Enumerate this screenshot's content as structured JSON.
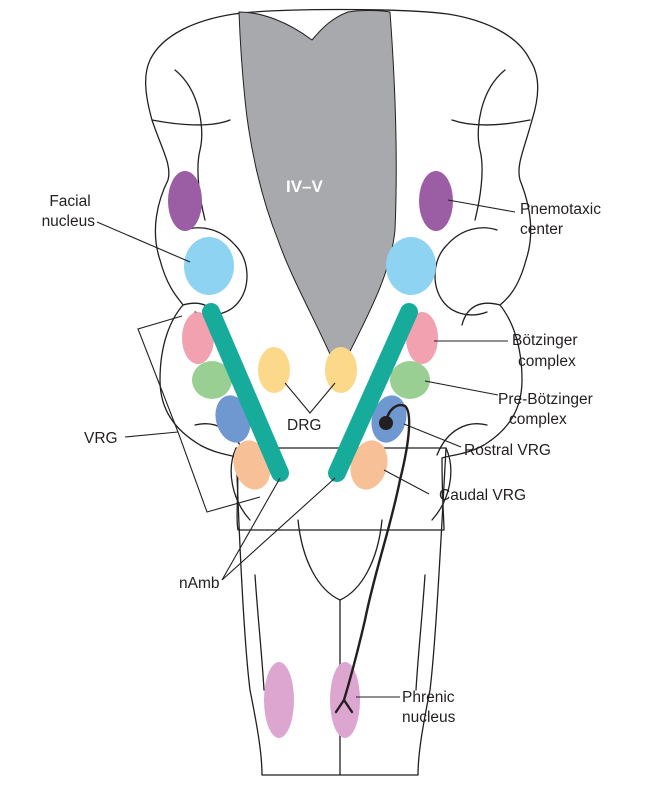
{
  "ventricle_label": "IV–V",
  "labels": {
    "facial_nucleus": [
      "Facial",
      "nucleus"
    ],
    "pnemotaxic_center": [
      "Pnemotaxic",
      "center"
    ],
    "botzinger_complex": [
      "Bötzinger",
      "complex"
    ],
    "pre_botzinger_complex": [
      "Pre-Bötzinger",
      "complex"
    ],
    "rostral_vrg": "Rostral VRG",
    "caudal_vrg": "Caudal VRG",
    "vrg": "VRG",
    "drg": "DRG",
    "namb": "nAmb",
    "phrenic_nucleus": [
      "Phrenic",
      "nucleus"
    ]
  },
  "colors": {
    "brainstem_fill": "#fbf0dc",
    "outline": "#231f20",
    "ventricle": "#a7a9ac",
    "pnemotaxic": "#9b5da4",
    "facial": "#8fd3f2",
    "botzinger": "#f1a1b0",
    "pre_botzinger": "#99cf93",
    "rostral_vrg": "#6f97d0",
    "caudal_vrg": "#f8c097",
    "drg": "#fcd88a",
    "namb": "#17ab9c",
    "phrenic": "#dca6d0"
  }
}
